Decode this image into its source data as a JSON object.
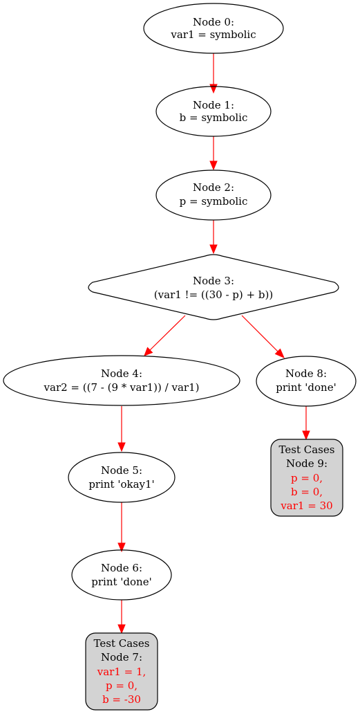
{
  "nodes": [
    {
      "id": "n0",
      "lines": [
        "Node 0:",
        "var1 = symbolic"
      ]
    },
    {
      "id": "n1",
      "lines": [
        "Node 1:",
        "b = symbolic"
      ]
    },
    {
      "id": "n2",
      "lines": [
        "Node 2:",
        "p = symbolic"
      ]
    },
    {
      "id": "n3",
      "lines": [
        "Node 3:",
        "(var1 != ((30 - p) + b))"
      ]
    },
    {
      "id": "n4",
      "lines": [
        "Node 4:",
        "var2 = ((7 - (9 * var1)) / var1)"
      ]
    },
    {
      "id": "n5",
      "lines": [
        "Node 5:",
        "print 'okay1'"
      ]
    },
    {
      "id": "n6",
      "lines": [
        "Node 6:",
        "print 'done'"
      ]
    },
    {
      "id": "n7",
      "lines": [
        "Test Cases",
        "Node 7:"
      ],
      "red_lines": [
        "var1 = 1,",
        "p = 0,",
        "b = -30"
      ]
    },
    {
      "id": "n8",
      "lines": [
        "Node 8:",
        "print 'done'"
      ]
    },
    {
      "id": "n9",
      "lines": [
        "Test Cases",
        "Node 9:"
      ],
      "red_lines": [
        "p = 0,",
        "b = 0,",
        "var1 = 30"
      ]
    }
  ],
  "edges": [
    {
      "from": "n0",
      "to": "n1"
    },
    {
      "from": "n1",
      "to": "n2"
    },
    {
      "from": "n2",
      "to": "n3"
    },
    {
      "from": "n3",
      "to": "n4"
    },
    {
      "from": "n3",
      "to": "n8"
    },
    {
      "from": "n4",
      "to": "n5"
    },
    {
      "from": "n5",
      "to": "n6"
    },
    {
      "from": "n6",
      "to": "n7"
    },
    {
      "from": "n8",
      "to": "n9"
    }
  ],
  "colors": {
    "edge": "#ff0000",
    "leaf_fill": "#d3d3d3",
    "test_value_text": "#ff0000"
  }
}
